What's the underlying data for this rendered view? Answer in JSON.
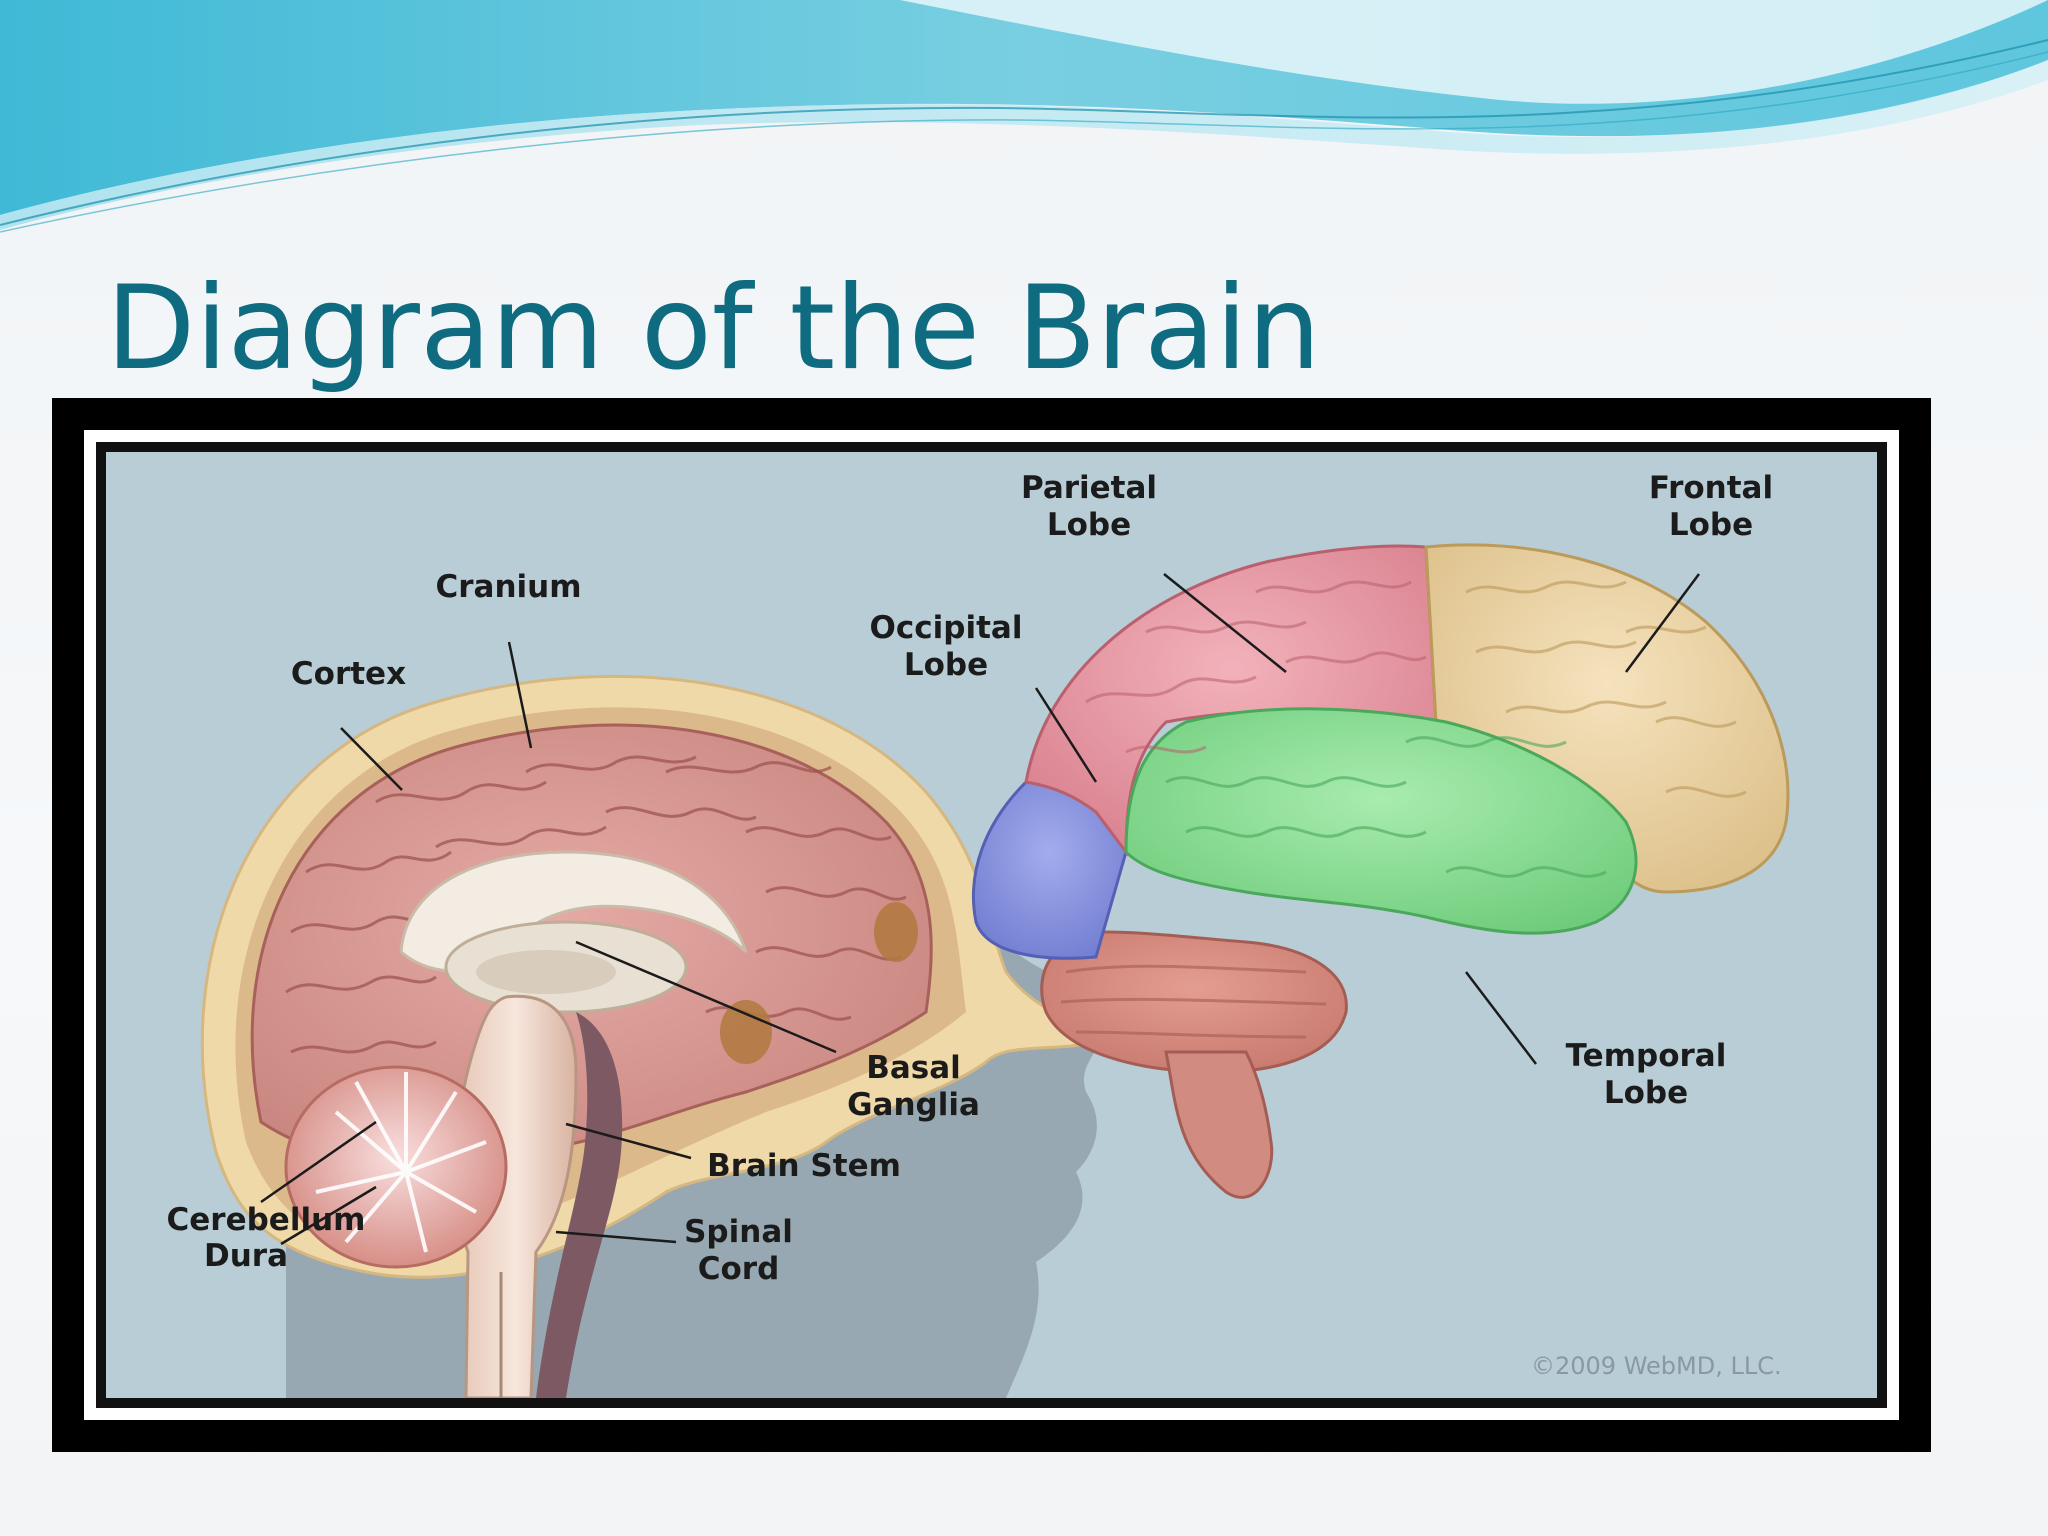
{
  "slide": {
    "title": "Diagram of the Brain"
  },
  "diagram": {
    "labels": {
      "parietal_lobe": "Parietal\nLobe",
      "frontal_lobe": "Frontal\nLobe",
      "cranium": "Cranium",
      "occipital_lobe": "Occipital\nLobe",
      "cortex": "Cortex",
      "basal_ganglia": "Basal\nGanglia",
      "temporal_lobe": "Temporal\nLobe",
      "brain_stem": "Brain Stem",
      "cerebellum": "Cerebellum",
      "dura": "Dura",
      "spinal_cord": "Spinal\nCord"
    },
    "copyright": "©2009 WebMD, LLC."
  },
  "colors": {
    "title": "#0e6b80",
    "background_panel": "#b9cdd6",
    "parietal": "#e79aa6",
    "frontal": "#ecd3a4",
    "temporal": "#8fdf98",
    "occipital": "#8a96de",
    "cerebellum": "#d98a80",
    "cortex": "#d99894",
    "bone": "#efd9a8"
  }
}
